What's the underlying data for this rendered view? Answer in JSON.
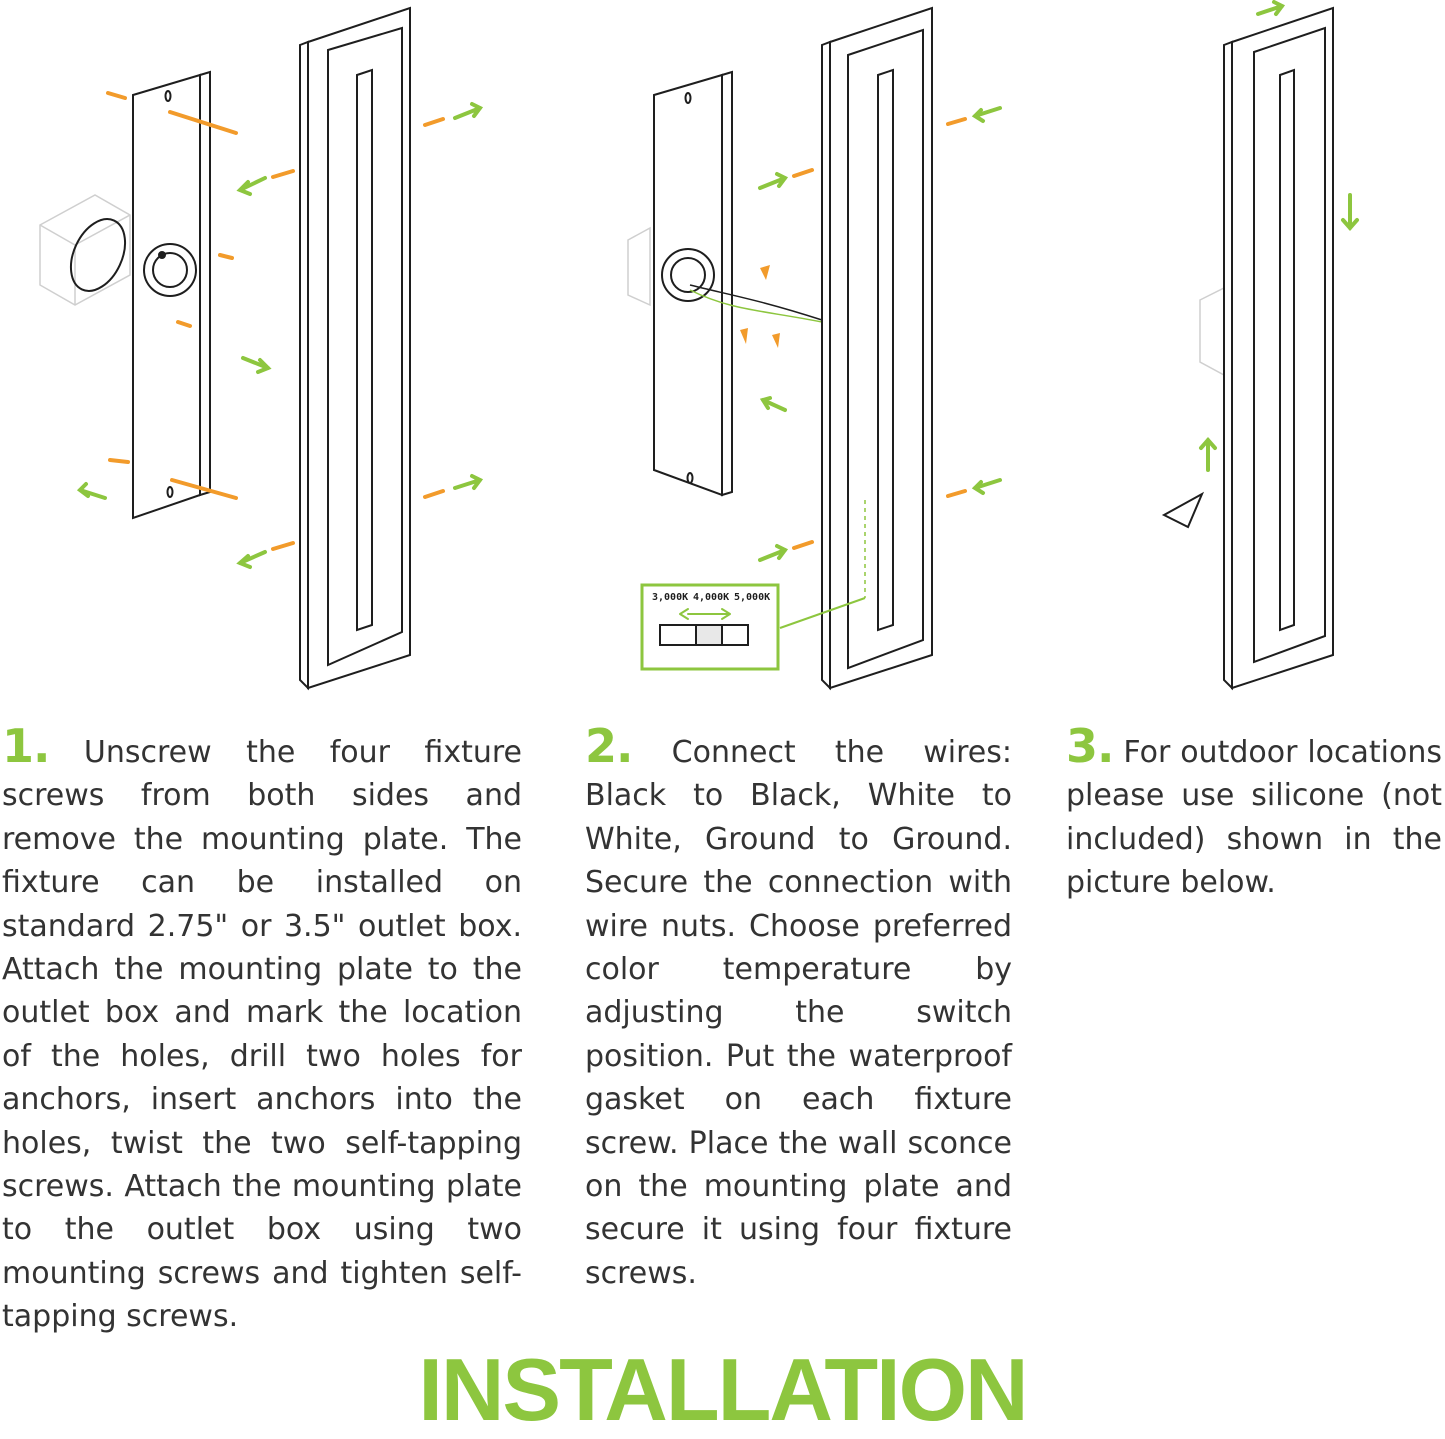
{
  "colors": {
    "accent": "#8dc63f",
    "screw": "#f29b2b",
    "line": "#1e1e1e"
  },
  "switch": {
    "labels": [
      "3,000K",
      "4,000K",
      "5,000K"
    ]
  },
  "steps": [
    {
      "number": "1.",
      "text": "Unscrew the four fixture screws from both sides and remove the mounting plate. The fixture can be installed on standard 2.75\" or 3.5\" outlet box. Attach the mounting plate to the outlet box and mark the location of the holes, drill two holes for anchors, insert anchors into the holes, twist the two self-tapping screws. Attach the mounting plate to the outlet box using two mounting screws and tighten self-tapping screws."
    },
    {
      "number": "2.",
      "text": "Connect the wires: Black to Black, White to White, Ground to Ground. Secure the connection with wire nuts. Choose preferred color temperature by adjusting the switch position. Put the waterproof gasket on each fixture screw. Place the wall sconce on the mounting plate and secure it using four fixture screws."
    },
    {
      "number": "3.",
      "text": "For outdoor locations please use silicone (not included) shown in the picture below."
    }
  ],
  "title": "INSTALLATION"
}
